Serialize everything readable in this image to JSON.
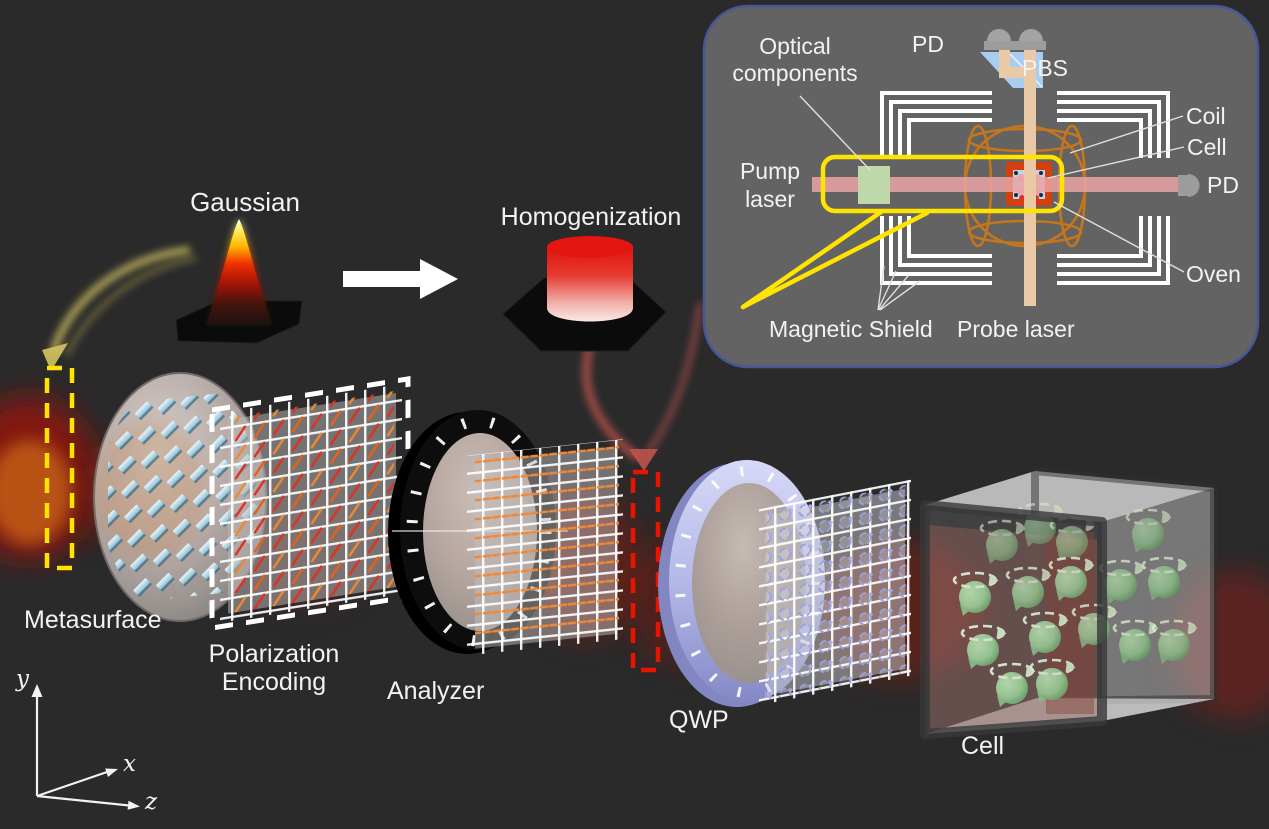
{
  "figure": {
    "scene": {
      "gaussian": "Gaussian",
      "homogenization": "Homogenization",
      "metasurface": "Metasurface",
      "polarization_encoding": "Polarization Encoding",
      "analyzer": "Analyzer",
      "qwp": "QWP",
      "cell": "Cell",
      "axis_x": "x",
      "axis_y": "y",
      "axis_z": "z"
    },
    "inset": {
      "optical_components": "Optical components",
      "pd_top": "PD",
      "pbs": "PBS",
      "coil": "Coil",
      "cell": "Cell",
      "pd_right": "PD",
      "pump_laser": "Pump laser",
      "oven": "Oven",
      "magnetic_shield": "Magnetic Shield",
      "probe_laser": "Probe laser"
    },
    "colors": {
      "background": "#2a2a2b",
      "inset_background": "#636363",
      "inset_border": "#46569a",
      "highlight_yellow": "#ffe400",
      "highlight_red": "#e81400",
      "pump_beam_pink": "#eba3a3",
      "probe_beam_tan": "#eac9a6",
      "coil_orange": "#c4761c",
      "oven_red": "#d2400e",
      "component_green": "#bed8ac",
      "pbs_blue": "#a9cdf0",
      "qwp_ring_lavender": "#b4b8e8",
      "metasurface_pillar_blue": "#9ccade",
      "spin_green": "#6aa96a",
      "beam_glow_red": "#8c1a10",
      "gaussian_peak_orange": "#ff9800",
      "flattop_red": "#e51510"
    }
  }
}
